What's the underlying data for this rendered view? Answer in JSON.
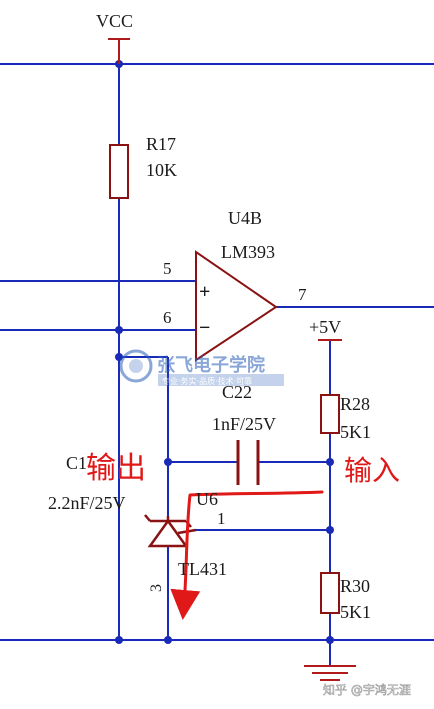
{
  "labels": {
    "vcc": "VCC",
    "r17_ref": "R17",
    "r17_val": "10K",
    "u4b_ref": "U4B",
    "u4b_part": "LM393",
    "pin5": "5",
    "pin6": "6",
    "pin7": "7",
    "plus": "+",
    "minus": "−",
    "plus5v": "+5V",
    "c22_ref": "C22",
    "c22_val": "1nF/25V",
    "r28_ref": "R28",
    "r28_val": "5K1",
    "c_left_ref": "C1",
    "c_left_val": "2.2nF/25V",
    "u6_ref": "U6",
    "pin1": "1",
    "pin3": "3",
    "tl431": "TL431",
    "r30_ref": "R30",
    "r30_val": "5K1",
    "output_note": "输出",
    "input_note": "输入"
  },
  "watermarks": {
    "logo_text": "张飞电子学院",
    "logo_sub": "专业·务实·品质·技术·可靠",
    "corner": "知乎 @宇鸿无涯"
  },
  "colors": {
    "wire": "#1a2ab8",
    "power": "#b01a1a",
    "component": "#8a1212",
    "annotation": "#e01818"
  }
}
